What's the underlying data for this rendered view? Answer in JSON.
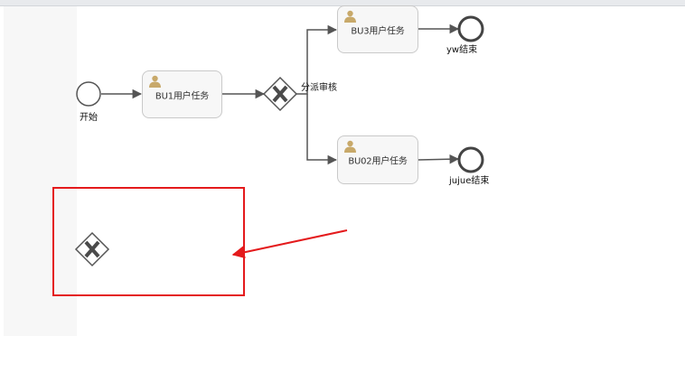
{
  "diagram": {
    "start_event": {
      "label": "开始"
    },
    "tasks": [
      {
        "id": "task1",
        "label": "BU1用户任务"
      },
      {
        "id": "task2",
        "label": "BU3用户任务"
      },
      {
        "id": "task3",
        "label": "BU02用户任务"
      }
    ],
    "gateway": {
      "label": "分派审核"
    },
    "end_events": [
      {
        "id": "end1",
        "label": "yw结束"
      },
      {
        "id": "end2",
        "label": "jujue结束"
      }
    ],
    "highlight": {
      "element": "exclusive-gateway",
      "color": "#e41a1c"
    },
    "colors": {
      "stroke": "#555555",
      "task_fill": "#f7f7f7",
      "task_border": "#c9c9c9",
      "user_icon": "#c8a96a",
      "gateway_x": "#4a4a4a",
      "highlight": "#e41a1c"
    }
  }
}
